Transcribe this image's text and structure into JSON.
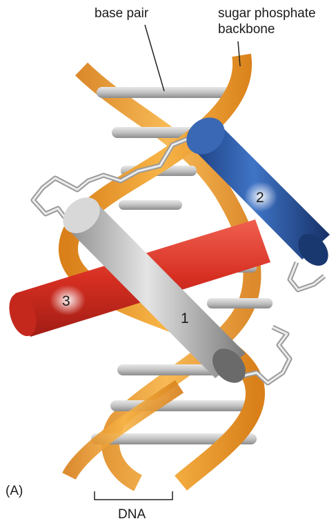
{
  "labels": {
    "base_pair": "base pair",
    "sugar_phosphate_line1": "sugar phosphate",
    "sugar_phosphate_line2": "backbone",
    "dna": "DNA",
    "panel": "(A)"
  },
  "helices": [
    {
      "number": "1",
      "color": "#bdbdbd"
    },
    {
      "number": "2",
      "color": "#2a5aa6"
    },
    {
      "number": "3",
      "color": "#e23b2e"
    }
  ],
  "colors": {
    "backbone": "#f2a12a",
    "base_pair_rod": "#c4c4c4"
  }
}
